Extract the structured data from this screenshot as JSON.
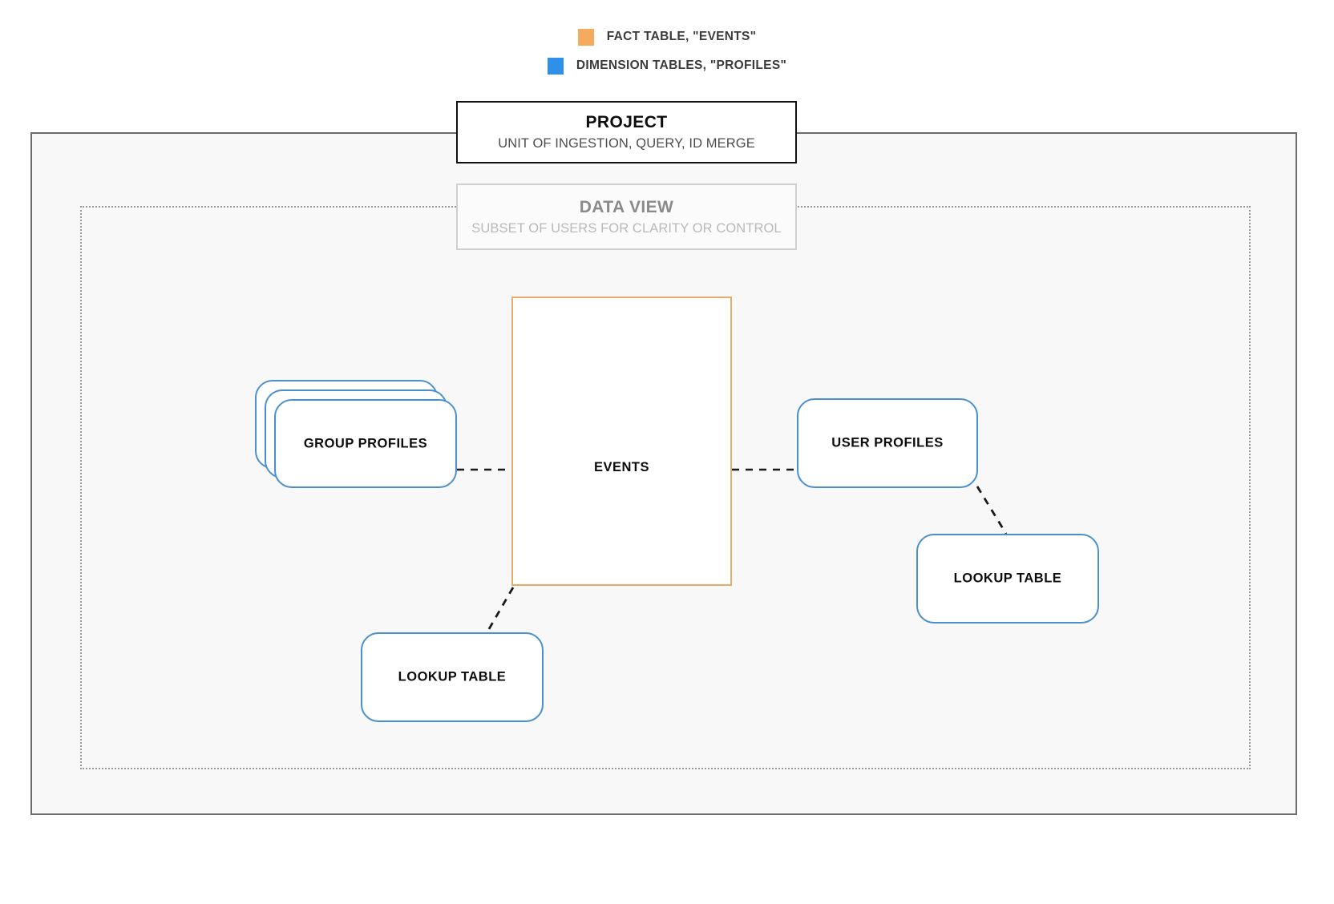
{
  "legend": {
    "items": [
      {
        "label": "FACT TABLE, \"EVENTS\"",
        "color": "#f5ab5e",
        "icon": "orange-square-swatch"
      },
      {
        "label": "DIMENSION TABLES, \"PROFILES\"",
        "color": "#2e90e8",
        "icon": "blue-square-swatch"
      }
    ]
  },
  "project": {
    "title": "PROJECT",
    "subtitle": "UNIT OF INGESTION, QUERY, ID MERGE"
  },
  "data_view": {
    "title": "DATA VIEW",
    "subtitle": "SUBSET OF USERS FOR CLARITY OR CONTROL"
  },
  "fact_table": {
    "label": "EVENTS",
    "border_color": "#e3ae6b"
  },
  "dimension_tables": {
    "border_color": "#4a90cf",
    "group_profiles": "GROUP PROFILES",
    "user_profiles": "USER PROFILES",
    "lookup_table_left": "LOOKUP TABLE",
    "lookup_table_right": "LOOKUP TABLE"
  },
  "frames": {
    "outer_border_color": "#6b6b6b",
    "inner_border_color": "#999999",
    "outer_fill": "#f8f8f8"
  },
  "connectors": {
    "color": "#1a1a1a",
    "style": "dashed"
  }
}
